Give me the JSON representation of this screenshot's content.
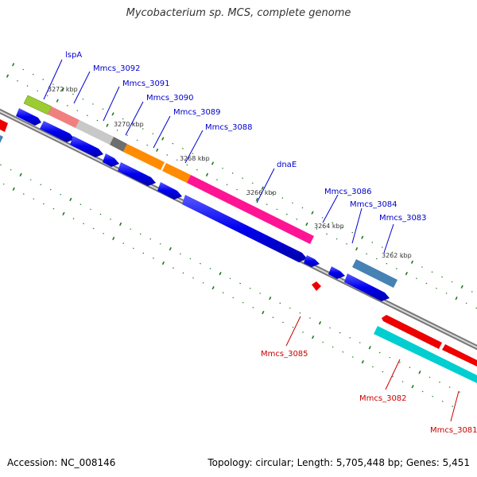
{
  "title": "Mycobacterium sp. MCS, complete genome",
  "footer": {
    "accession": "Accession: NC_008146",
    "summary": "Topology: circular; Length: 5,705,448 bp; Genes: 5,451"
  },
  "colors": {
    "backbone": "#8a8a8a",
    "cds_forward": "#0000ee",
    "cds_reverse": "#ee0000",
    "tick": "#1f7a1f",
    "label_forward": "#0000cc",
    "label_reverse": "#cc0000"
  },
  "kbp_labels": [
    "3272 kbp",
    "3270 kbp",
    "3268 kbp",
    "3266 kbp",
    "3264 kbp",
    "3262 kbp"
  ],
  "forward_genes": [
    "lspA",
    "Mmcs_3092",
    "Mmcs_3091",
    "Mmcs_3090",
    "Mmcs_3089",
    "Mmcs_3088",
    "dnaE",
    "Mmcs_3086",
    "Mmcs_3084",
    "Mmcs_3083"
  ],
  "reverse_genes": [
    "Mmcs_3085",
    "Mmcs_3082",
    "Mmcs_3081"
  ],
  "feature_colors": [
    "#9ccc33",
    "#f08080",
    "#c8c8c8",
    "#6e6e6e",
    "#ff8c00",
    "#ff1493",
    "#4682b4",
    "#00ced1"
  ]
}
